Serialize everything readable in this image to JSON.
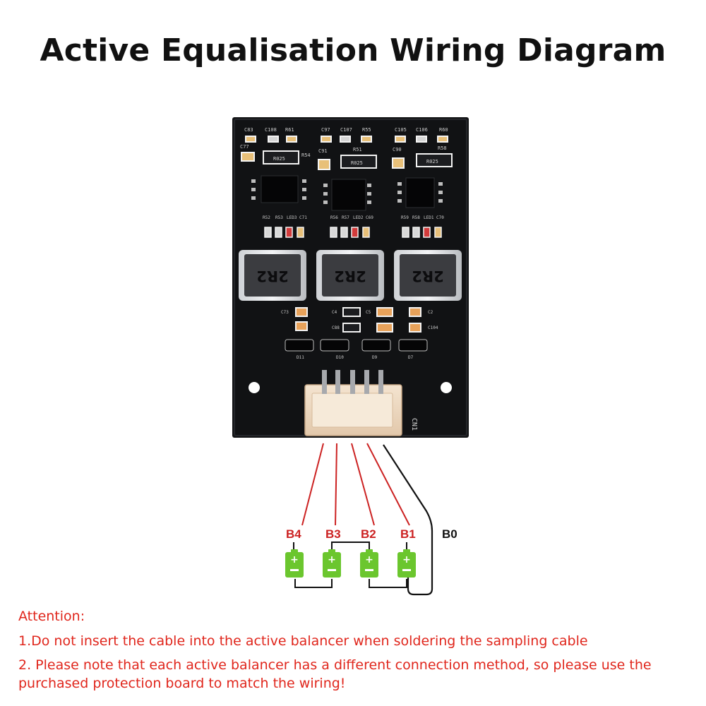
{
  "title": "Active Equalisation Wiring Diagram",
  "board": {
    "connector_label": "CN1",
    "inductor_marking": "2R2",
    "resistor_marking": "R025",
    "component_labels": {
      "top_row": [
        "C83",
        "C108",
        "R61",
        "C97",
        "C107",
        "R55",
        "C105",
        "C106",
        "R60"
      ],
      "second_row": [
        "C77",
        "R54",
        "C91",
        "R51",
        "C90",
        "R58"
      ],
      "ic_row": [
        "R52",
        "R53",
        "LED3",
        "C71",
        "R56",
        "R57",
        "LED2",
        "C69",
        "R59",
        "R58",
        "LED1",
        "C70"
      ],
      "lower_caps": [
        "C73",
        "C4",
        "C5",
        "C88",
        "C2",
        "C104"
      ],
      "diodes": [
        "D11",
        "D10",
        "D9",
        "D7"
      ]
    }
  },
  "wires": {
    "b4": "B4",
    "b3": "B3",
    "b2": "B2",
    "b1": "B1",
    "b0": "B0",
    "colors": {
      "cell_wire": "#cc2222",
      "ground_wire": "#111111",
      "battery": "#6bc62e"
    }
  },
  "attention": {
    "heading": "Attention:",
    "note1": "1.Do not insert the cable into the active balancer when soldering the sampling cable",
    "note2": "2. Please note that each active balancer has a different connection method, so please use the purchased protection board to match the wiring!",
    "color": "#e0261c"
  }
}
